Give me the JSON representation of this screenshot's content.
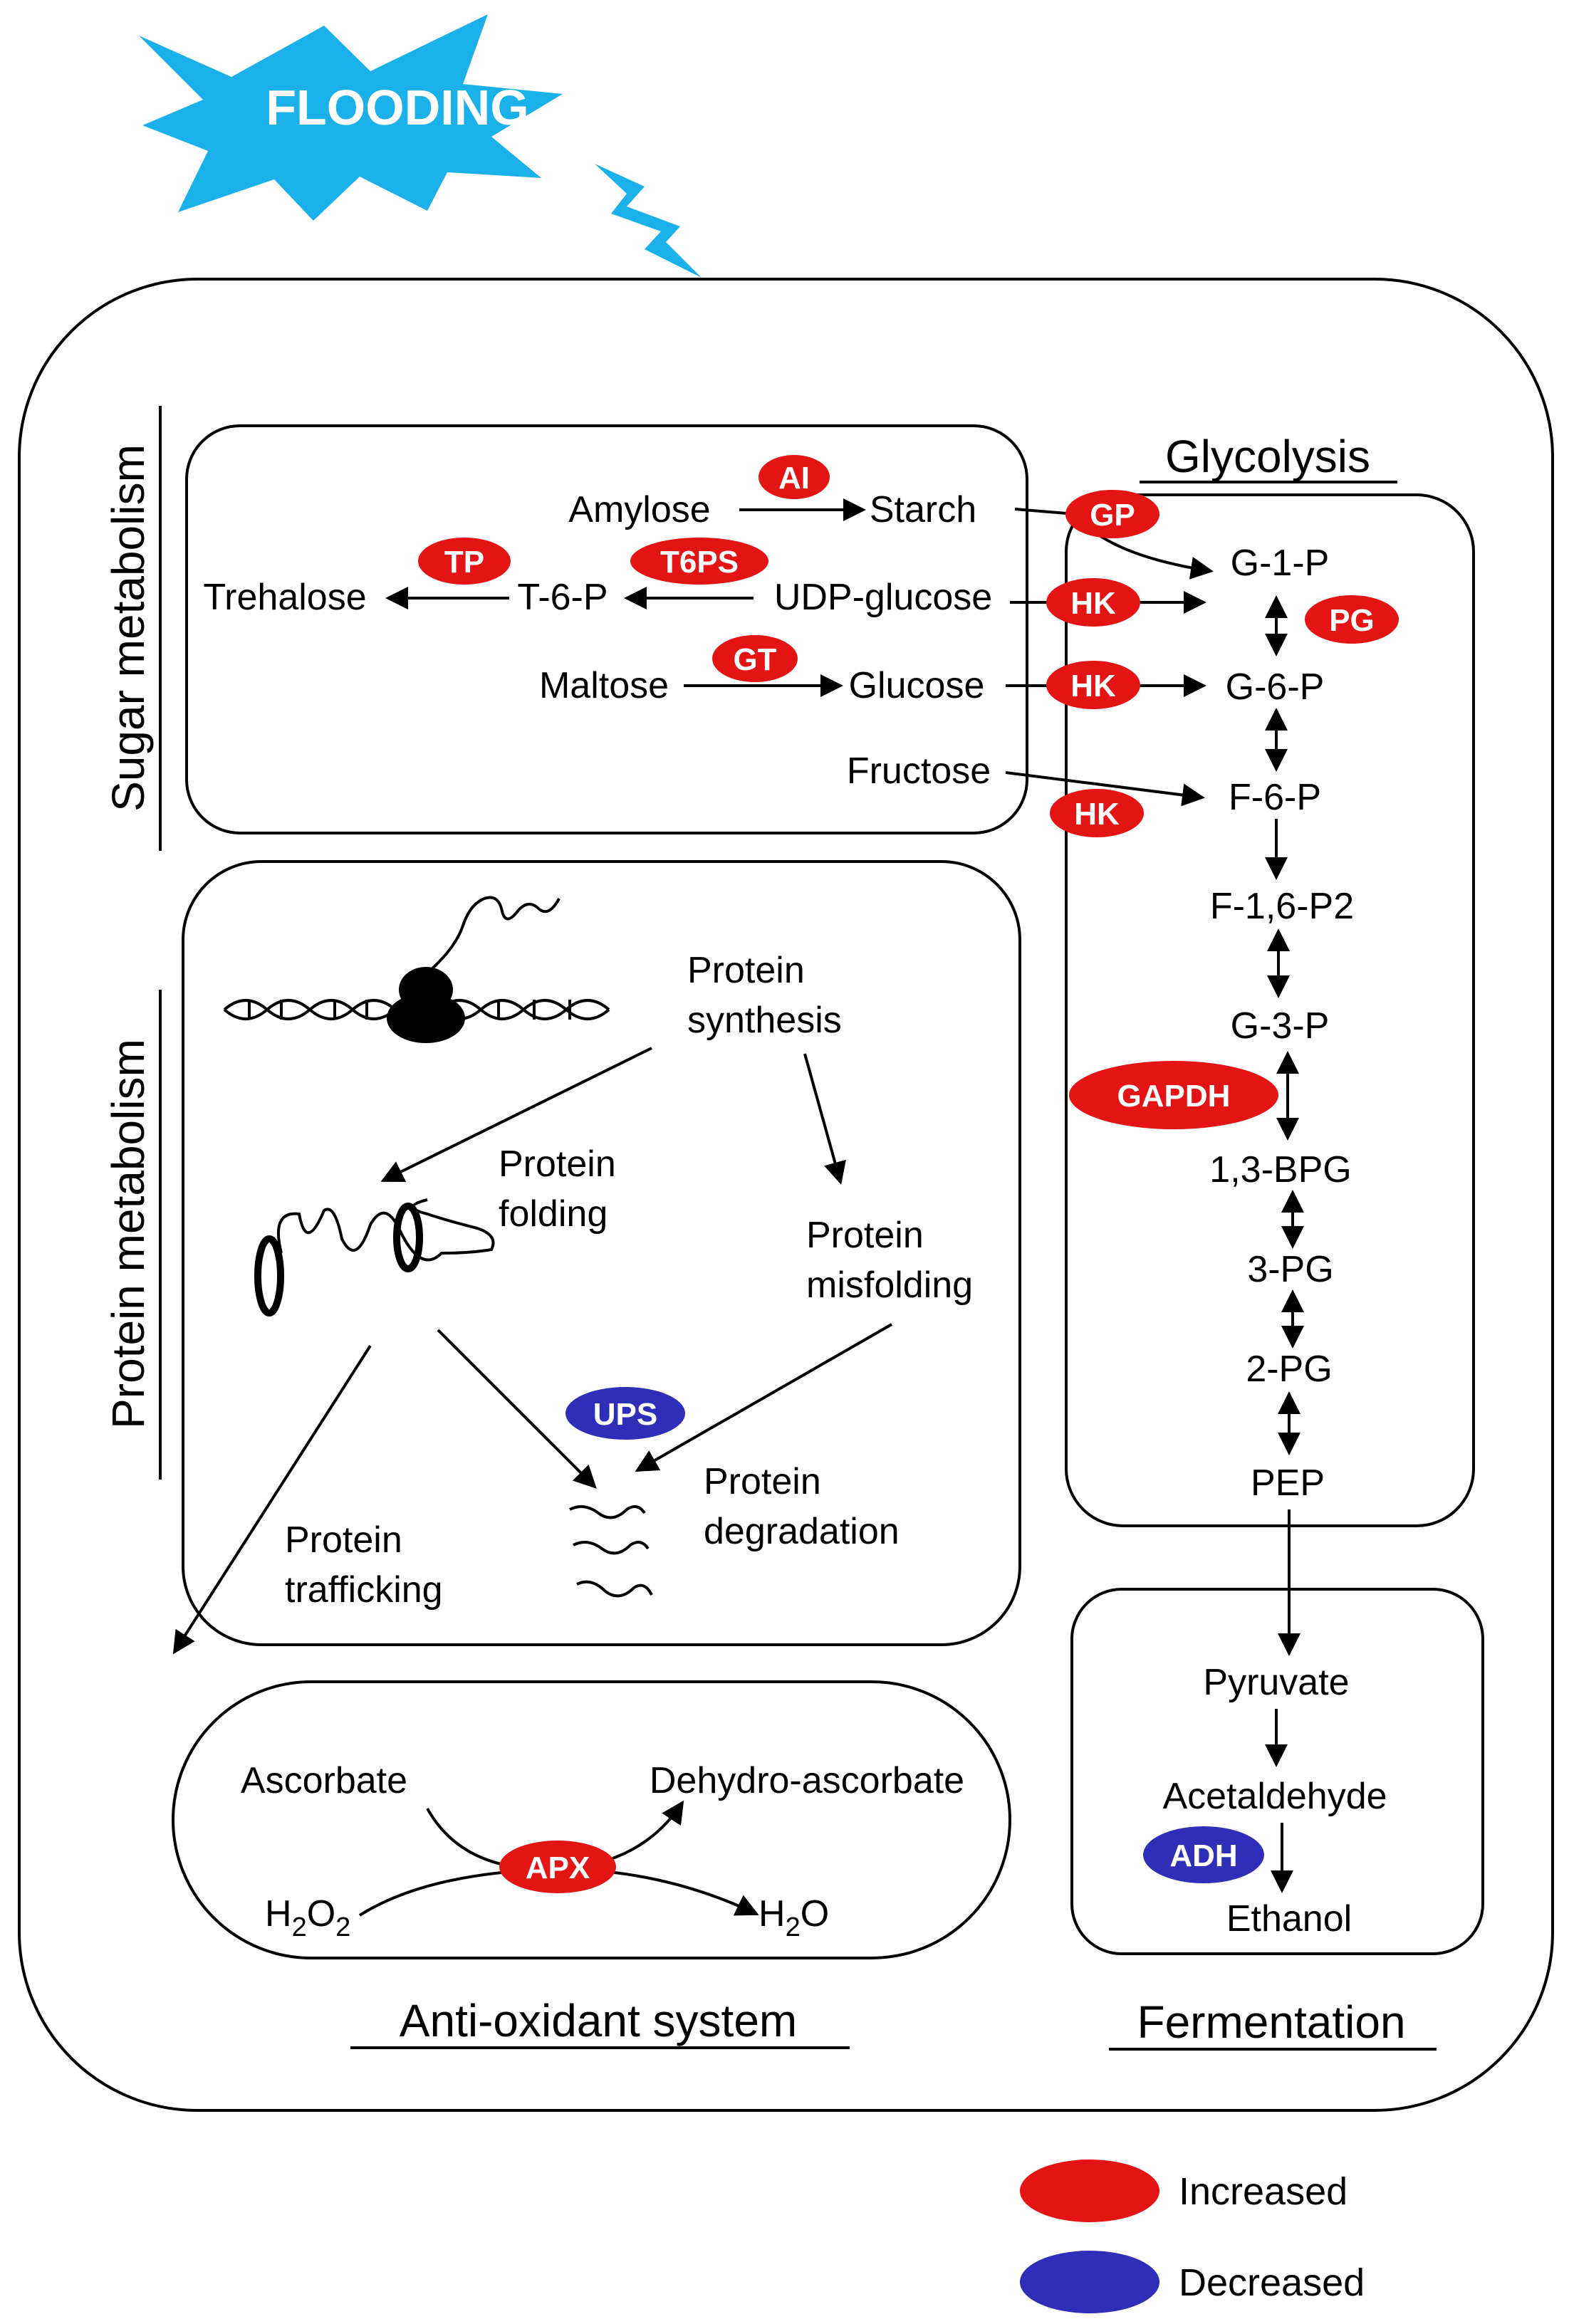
{
  "banner": "FLOODING",
  "sections": {
    "sugar": "Sugar metabolism",
    "protein": "Protein metabolism",
    "glycolysis": "Glycolysis",
    "antioxidant": "Anti-oxidant system",
    "fermentation": "Fermentation"
  },
  "sugar_nodes": {
    "amylose": "Amylose",
    "starch": "Starch",
    "trehalose": "Trehalose",
    "t6p": "T-6-P",
    "udp_glucose": "UDP-glucose",
    "maltose": "Maltose",
    "glucose": "Glucose",
    "fructose": "Fructose"
  },
  "glycolysis_nodes": {
    "g1p": "G-1-P",
    "g6p": "G-6-P",
    "f6p": "F-6-P",
    "f16p2": "F-1,6-P2",
    "g3p": "G-3-P",
    "bpg13": "1,3-BPG",
    "pg3": "3-PG",
    "pg2": "2-PG",
    "pep": "PEP"
  },
  "fermentation_nodes": {
    "pyruvate": "Pyruvate",
    "acetaldehyde": "Acetaldehyde",
    "ethanol": "Ethanol"
  },
  "protein_nodes": {
    "synthesis_1": "Protein",
    "synthesis_2": "synthesis",
    "folding_1": "Protein",
    "folding_2": "folding",
    "misfolding_1": "Protein",
    "misfolding_2": "misfolding",
    "degradation_1": "Protein",
    "degradation_2": "degradation",
    "trafficking_1": "Protein",
    "trafficking_2": "trafficking"
  },
  "antioxidant_nodes": {
    "ascorbate": "Ascorbate",
    "dehydroascorbate": "Dehydro-ascorbate",
    "h2o2_h": "H",
    "h2o2_sub": "2",
    "h2o2_o": "O",
    "h2o2_sub2": "2",
    "h2o_h": "H",
    "h2o_sub": "2",
    "h2o_o": "O"
  },
  "enzymes": {
    "ai": "AI",
    "tp": "TP",
    "t6ps": "T6PS",
    "gt": "GT",
    "gp": "GP",
    "hk": "HK",
    "pg": "PG",
    "gapdh": "GAPDH",
    "ups": "UPS",
    "apx": "APX",
    "adh": "ADH"
  },
  "legend": {
    "increased": "Increased",
    "decreased": "Decreased"
  },
  "colors": {
    "increased": "#e41414",
    "decreased": "#2e2eb8",
    "flooding": "#1ab0ea"
  }
}
